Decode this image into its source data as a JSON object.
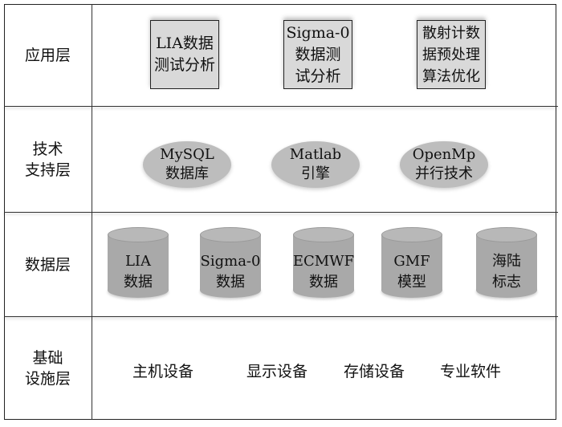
{
  "layers": [
    {
      "label_lines": [
        "应用层"
      ]
    },
    {
      "label_lines": [
        "技术",
        "支持层"
      ]
    },
    {
      "label_lines": [
        "数据层"
      ]
    },
    {
      "label_lines": [
        "基础",
        "设施层"
      ]
    }
  ],
  "application": [
    {
      "lines": [
        "LIA数据",
        "测试分析"
      ]
    },
    {
      "lines": [
        "Sigma-0",
        "数据测",
        "试分析"
      ]
    },
    {
      "lines": [
        "散射计数",
        "据预处理",
        "算法优化"
      ]
    }
  ],
  "technology": [
    {
      "lines": [
        "MySQL",
        "数据库"
      ]
    },
    {
      "lines": [
        "Matlab",
        "引擎"
      ]
    },
    {
      "lines": [
        "OpenMp",
        "并行技术"
      ]
    }
  ],
  "data": [
    {
      "lines": [
        "LIA",
        "数据"
      ]
    },
    {
      "lines": [
        "Sigma-0",
        "数据"
      ]
    },
    {
      "lines": [
        "ECMWF",
        "数据"
      ]
    },
    {
      "lines": [
        "GMF",
        "模型"
      ]
    },
    {
      "lines": [
        "海陆",
        "标志"
      ]
    }
  ],
  "infrastructure": [
    "主机设备",
    "显示设备",
    "存储设备",
    "专业软件"
  ]
}
